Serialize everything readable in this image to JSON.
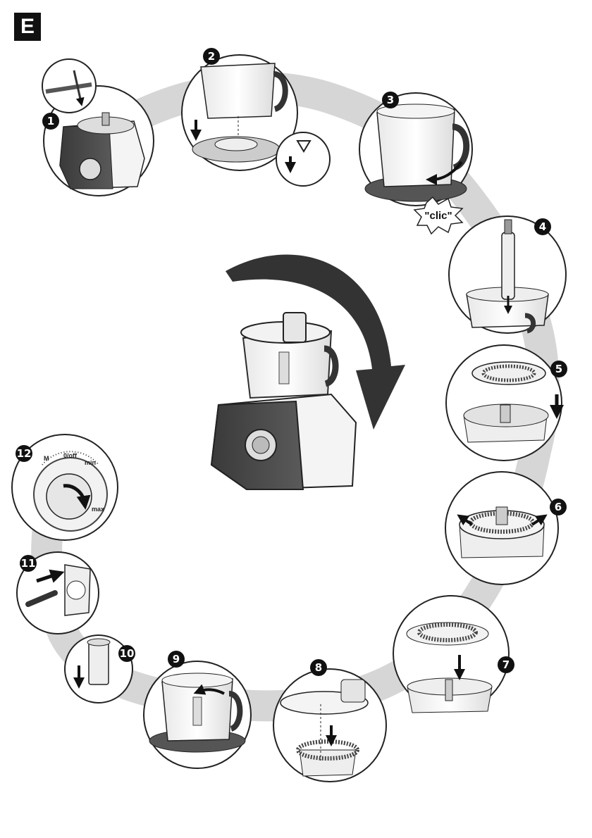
{
  "section": {
    "label": "E"
  },
  "steps": [
    {
      "number": "1"
    },
    {
      "number": "2"
    },
    {
      "number": "3"
    },
    {
      "number": "4"
    },
    {
      "number": "5"
    },
    {
      "number": "6"
    },
    {
      "number": "7"
    },
    {
      "number": "8"
    },
    {
      "number": "9"
    },
    {
      "number": "10"
    },
    {
      "number": "11"
    },
    {
      "number": "12"
    }
  ],
  "callouts": {
    "click_sound": "\"clic\""
  },
  "dial": {
    "m": "M",
    "off": "0/off",
    "min": "min",
    "max": "max"
  },
  "colors": {
    "path": "#cfcfcf",
    "base": "#4a4a4a",
    "badge": "#111111",
    "outline": "#222222"
  }
}
